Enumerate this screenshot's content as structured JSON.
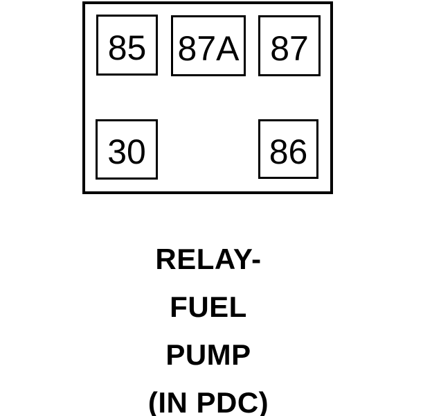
{
  "relay": {
    "pins": [
      {
        "label": "85"
      },
      {
        "label": "87A"
      },
      {
        "label": "87"
      },
      {
        "label": "30"
      },
      {
        "label": "86"
      }
    ],
    "caption_lines": [
      "RELAY-",
      "FUEL",
      "PUMP",
      "(IN PDC)"
    ],
    "colors": {
      "line": "#000000",
      "background": "#ffffff",
      "text": "#000000"
    }
  }
}
